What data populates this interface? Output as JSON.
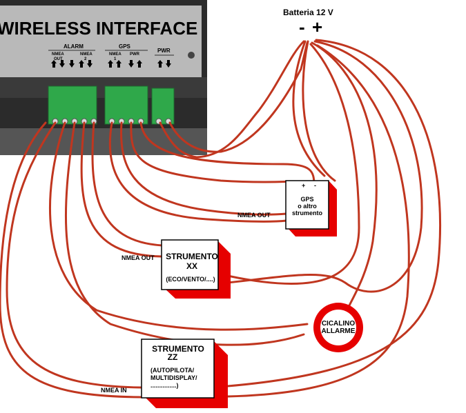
{
  "device": {
    "title": "WIRELESS INTERFACE",
    "alarm_label": "ALARM",
    "gps_label": "GPS",
    "pwr_label": "PWR",
    "nmea_out_label": "NMEA",
    "nmea_out_sub": "OUT",
    "nmea2_label": "NMEA",
    "nmea2_sub": "2",
    "gps_nmea_label": "NMEA",
    "gps_nmea_sub": "1",
    "gps_pwr_label": "PWR"
  },
  "battery": {
    "label": "Batteria 12 V",
    "minus": "-",
    "plus": "+"
  },
  "gps_box": {
    "plus": "+",
    "minus": "-",
    "line1": "GPS",
    "line2": "o altro",
    "line3": "strumento",
    "nmea_out": "NMEA OUT"
  },
  "xx_box": {
    "line1": "STRUMENTO",
    "line2": "XX",
    "line3": "(ECO/VENTO/....)",
    "nmea_out": "NMEA OUT"
  },
  "buzzer": {
    "line1": "CICALINO",
    "line2": "ALLARME"
  },
  "zz_box": {
    "line1": "STRUMENTO",
    "line2": "ZZ",
    "line3": "(AUTOPILOTA/",
    "line4": "MULTIDISPLAY/",
    "line5": "...............)",
    "nmea_in": "NMEA IN"
  },
  "colors": {
    "wire": "#c0361f",
    "box_red": "#e60000",
    "device_body": "#b8b8b8",
    "terminal_green": "#2fa84a"
  }
}
